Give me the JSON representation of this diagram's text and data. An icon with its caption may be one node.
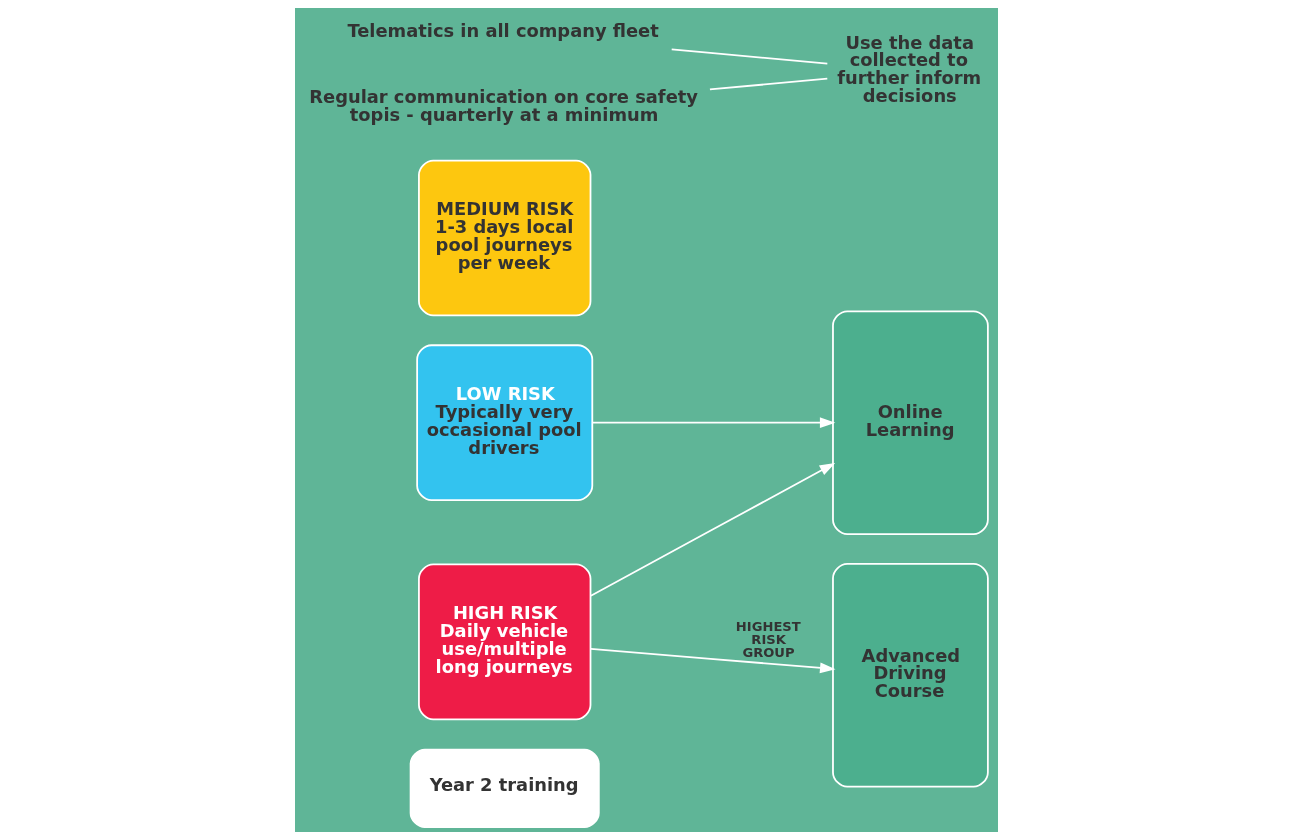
{
  "diagram": {
    "nodes": [
      {
        "text": [
          "Year 2 training"
        ]
      },
      {
        "text": [
          "LOW RISK",
          "Typically very occasional pool drivers"
        ]
      },
      {
        "text": [
          "MEDIUM RISK",
          "1-3 days local pool journeys per week"
        ]
      },
      {
        "text": [
          "HIGH RISK",
          "Daily vehicle use/multiple long journeys"
        ]
      },
      {
        "text": [
          "Online Learning"
        ]
      },
      {
        "text": [
          "Advanced Driving Course"
        ]
      },
      {
        "text": [
          "Telematics in all company fleet"
        ]
      },
      {
        "text": [
          "Use the data collected to further inform decisions"
        ]
      },
      {
        "text": [
          "Regular communication on core safety topis - quarterly at a minimum"
        ]
      }
    ],
    "edges": [
      {
        "from": 1,
        "to": 4,
        "arrow": "to"
      },
      {
        "from": 3,
        "to": 4,
        "arrow": "to"
      },
      {
        "from": 3,
        "to": 5,
        "arrow": "to",
        "label": "HIGHEST RISK GROUP"
      },
      {
        "from": 6,
        "to": 7,
        "arrow": "none"
      },
      {
        "from": 8,
        "to": 7,
        "arrow": "none"
      }
    ]
  }
}
